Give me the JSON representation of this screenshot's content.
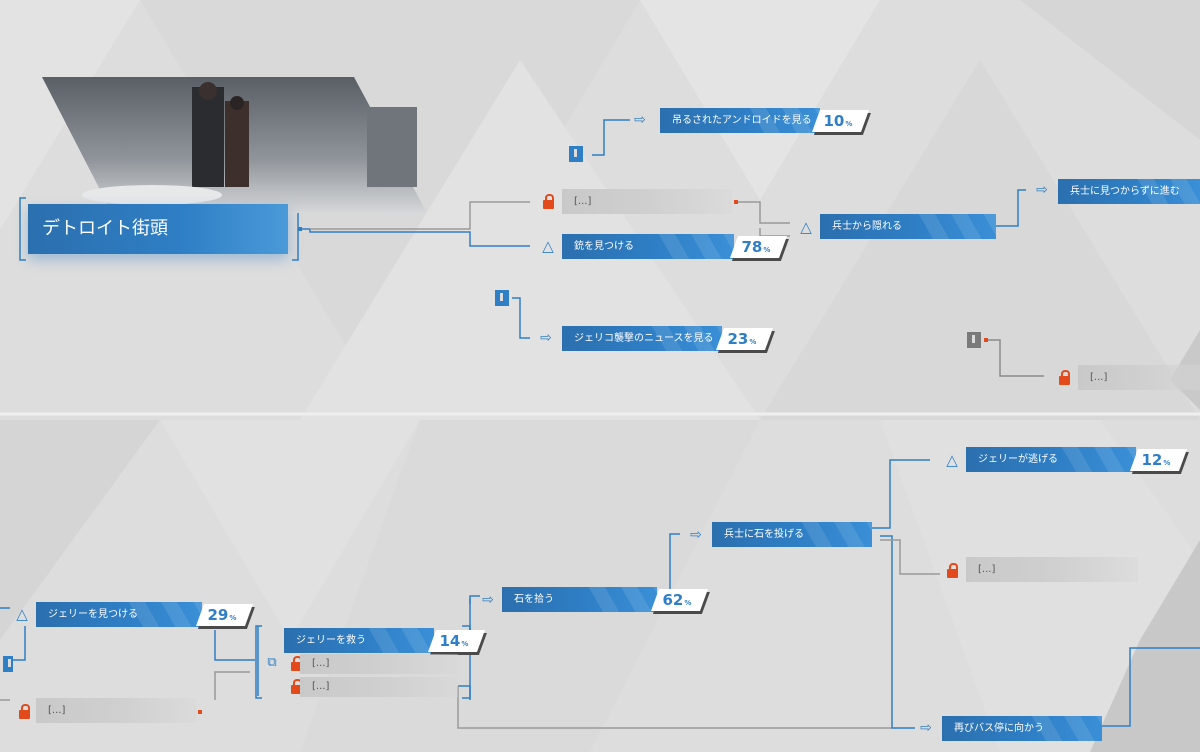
{
  "chapter": {
    "title": "デトロイト街頭"
  },
  "nodes": {
    "hanged_android": {
      "label": "吊るされたアンドロイドを見る",
      "pct": "10"
    },
    "find_gun": {
      "label": "銃を見つける",
      "pct": "78"
    },
    "hide_soldiers": {
      "label": "兵士から隠れる"
    },
    "sneak_past": {
      "label": "兵士に見つからずに進む"
    },
    "jericho_news": {
      "label": "ジェリコ襲撃のニュースを見る",
      "pct": "23"
    },
    "find_jerry": {
      "label": "ジェリーを見つける",
      "pct": "29"
    },
    "save_jerry": {
      "label": "ジェリーを救う",
      "pct": "14"
    },
    "pick_stone": {
      "label": "石を拾う",
      "pct": "62"
    },
    "throw_stone": {
      "label": "兵士に石を投げる"
    },
    "jerry_flees": {
      "label": "ジェリーが逃げる",
      "pct": "12"
    },
    "bus_stop": {
      "label": "再びバス停に向かう"
    }
  },
  "locked_label": "[...]",
  "pct_unit": "%",
  "colors": {
    "accent": "#2f7fc6",
    "lock": "#e24a1c",
    "bg": "#dcdcdc"
  },
  "icons": [
    "lock-icon",
    "triangle-icon",
    "arrow-icon",
    "square-icon"
  ]
}
